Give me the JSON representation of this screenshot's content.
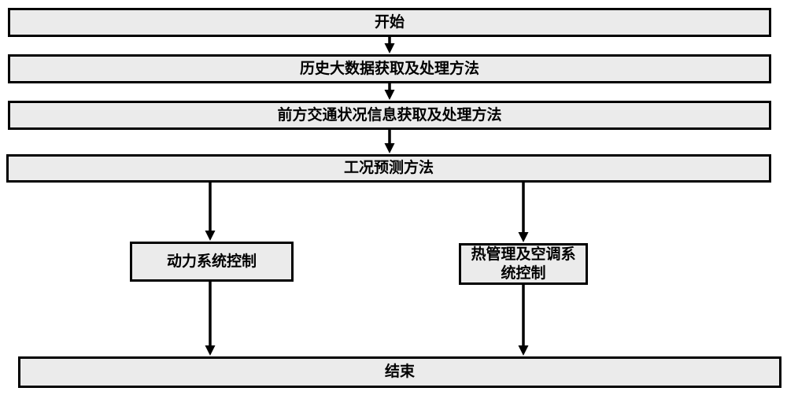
{
  "diagram": {
    "type": "flowchart",
    "background": "#ffffff",
    "nodes": {
      "start": {
        "label": "开始"
      },
      "history": {
        "label": "历史大数据获取及处理方法"
      },
      "traffic": {
        "label": "前方交通状况信息获取及处理方法"
      },
      "prediction": {
        "label": "工况预测方法"
      },
      "power": {
        "label": "动力系统控制"
      },
      "thermal": {
        "label": "热管理及空调系统控制"
      },
      "end": {
        "label": "结束"
      }
    },
    "edges": [
      {
        "from": "start",
        "to": "history"
      },
      {
        "from": "history",
        "to": "traffic"
      },
      {
        "from": "traffic",
        "to": "prediction"
      },
      {
        "from": "prediction",
        "to": "power"
      },
      {
        "from": "prediction",
        "to": "thermal"
      },
      {
        "from": "power",
        "to": "end"
      },
      {
        "from": "thermal",
        "to": "end"
      }
    ],
    "colors": {
      "node_fill": "#ebebeb",
      "node_border": "#000000",
      "arrow": "#000000",
      "text": "#000000"
    }
  }
}
